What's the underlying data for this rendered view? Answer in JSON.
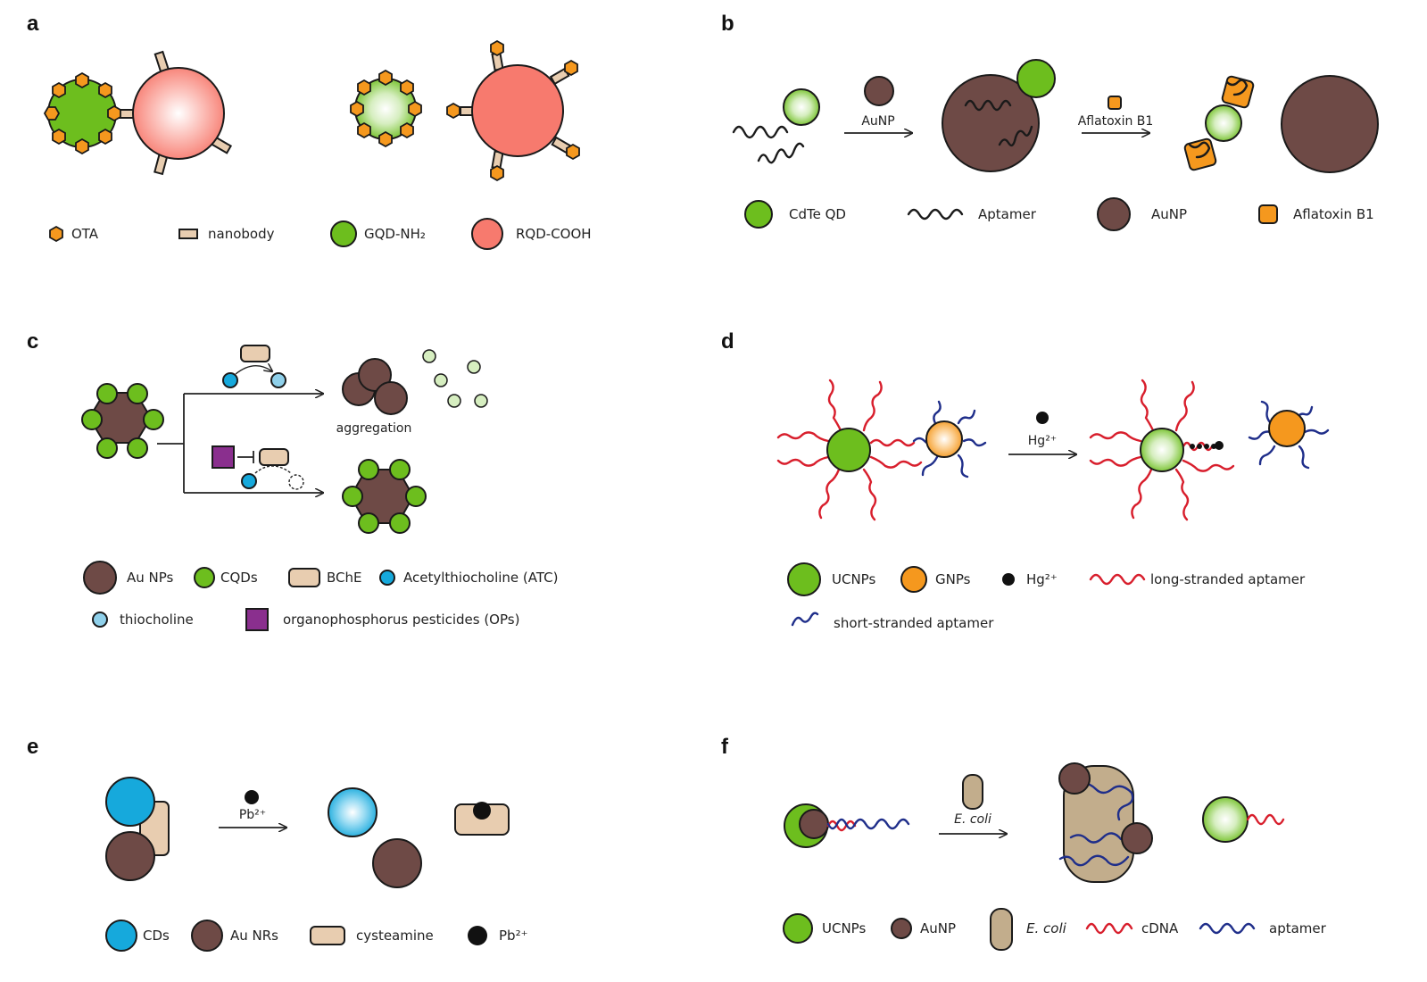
{
  "colors": {
    "ota": "#f5981e",
    "nanobody": "#e8cdb0",
    "gqd": "#6dbe1e",
    "rqd": "#f77a6e",
    "aunp": "#6e4a46",
    "aptamer_dark": "#1a1a1a",
    "aptamer_red": "#d81e2c",
    "aptamer_blue": "#1f2e8a",
    "cd_blue": "#16a9dc",
    "thiocholine": "#8fd0ea",
    "ops": "#8a2f8e",
    "hg": "#111111",
    "ecoli": "#c2ad8c"
  },
  "panels": {
    "a": {
      "label": "a",
      "legend": {
        "ota": "OTA",
        "nanobody": "nanobody",
        "gqd": "GQD-NH₂",
        "rqd": "RQD-COOH"
      }
    },
    "b": {
      "label": "b",
      "arrow1": "AuNP",
      "arrow2": "Aflatoxin B1",
      "legend": {
        "cdte": "CdTe QD",
        "aptamer": "Aptamer",
        "aunp": "AuNP",
        "aflatoxin": "Aflatoxin B1"
      }
    },
    "c": {
      "label": "c",
      "aggregation": "aggregation",
      "legend": {
        "aunps": "Au NPs",
        "cqds": "CQDs",
        "bche": "BChE",
        "atc": "Acetylthiocholine (ATC)",
        "thiocholine": "thiocholine",
        "ops": "organophosphorus pesticides (OPs)"
      }
    },
    "d": {
      "label": "d",
      "arrow": "Hg²⁺",
      "legend": {
        "ucnps": "UCNPs",
        "gnps": "GNPs",
        "hg": "Hg²⁺",
        "long": "long-stranded aptamer",
        "short": "short-stranded aptamer"
      }
    },
    "e": {
      "label": "e",
      "arrow": "Pb²⁺",
      "legend": {
        "cds": "CDs",
        "aunrs": "Au NRs",
        "cysteamine": "cysteamine",
        "pb": "Pb²⁺"
      }
    },
    "f": {
      "label": "f",
      "arrow": "E. coli",
      "legend": {
        "ucnps": "UCNPs",
        "aunp": "AuNP",
        "ecoli": "E. coli",
        "cdna": "cDNA",
        "aptamer": "aptamer"
      }
    }
  }
}
